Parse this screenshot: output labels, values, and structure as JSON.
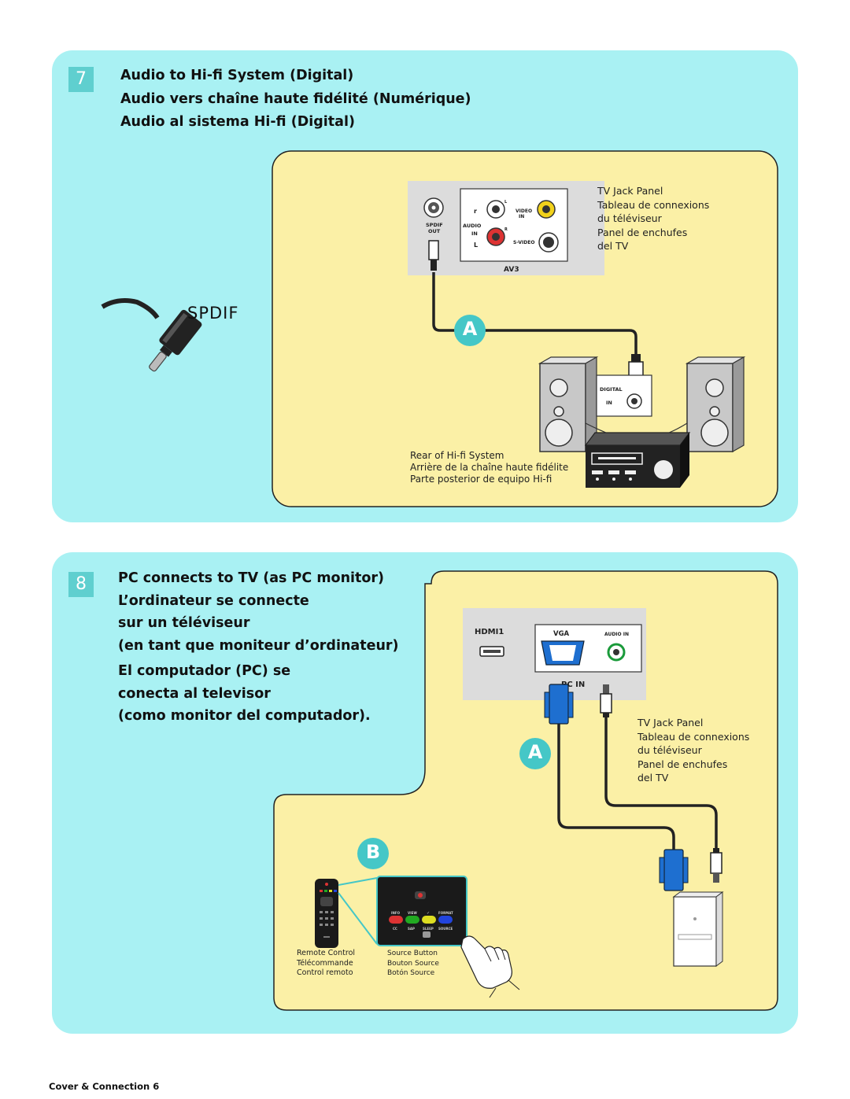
{
  "colors": {
    "panel_bg": "#a9f1f3",
    "yellow_area": "#fbf0a6",
    "step_badge": "#5fcfcf",
    "cable": "#222222",
    "vga_blue": "#1e6fd0",
    "marker_cyan": "#45c7c7"
  },
  "section7": {
    "step_number": "7",
    "headings": [
      "Audio to Hi-fi System (Digital)",
      "Audio vers chaîne haute fidélité (Numérique)",
      "Audio al sistema Hi-fi (Digital)"
    ],
    "plug_label": "SPDIF",
    "jack_panel": {
      "spdif_out": [
        "SPDIF",
        "OUT"
      ],
      "audio_in": [
        "AUDIO",
        "IN"
      ],
      "r": "r",
      "l": "L",
      "tiny_l": "L",
      "tiny_r": "R",
      "video_in": [
        "VIDEO",
        "IN"
      ],
      "s_video": "S-VIDEO",
      "av": "AV3"
    },
    "jack_panel_label": [
      "TV Jack Panel",
      "Tableau de connexions",
      "du téléviseur",
      "Panel de enchufes",
      "del TV"
    ],
    "marker_a": "A",
    "digital_in": [
      "DIGITAL",
      "IN"
    ],
    "hifi_label": [
      "Rear of Hi-fi System",
      "Arrière de la chaîne haute fidélite",
      "Parte posterior de equipo Hi-fi"
    ]
  },
  "section8": {
    "step_number": "8",
    "headings_en": "PC connects to TV (as PC monitor)",
    "headings_fr": [
      "L’ordinateur se connecte",
      "sur un téléviseur",
      "(en tant que moniteur d’ordinateur)"
    ],
    "headings_es": [
      "El computador (PC) se",
      "conecta al televisor",
      "(como monitor del computador)."
    ],
    "jack_panel": {
      "hdmi": "HDMI1",
      "vga": "VGA",
      "audio_in": "AUDIO IN",
      "pc_in": "PC IN"
    },
    "jack_panel_label": [
      "TV Jack Panel",
      "Tableau de connexions",
      "du téléviseur",
      "Panel de enchufes",
      "del TV"
    ],
    "marker_a": "A",
    "marker_b": "B",
    "remote_label": [
      "Remote Control",
      "Télécommande",
      "Control remoto"
    ],
    "source_label": [
      "Source Button",
      "Bouton Source",
      "Botón Source"
    ],
    "remote_buttons": [
      "INFO",
      "VIEW",
      "✓",
      "FORMAT",
      "CC",
      "SAP",
      "SLEEP",
      "SOURCE"
    ]
  },
  "footer": "Cover & Connection 6"
}
